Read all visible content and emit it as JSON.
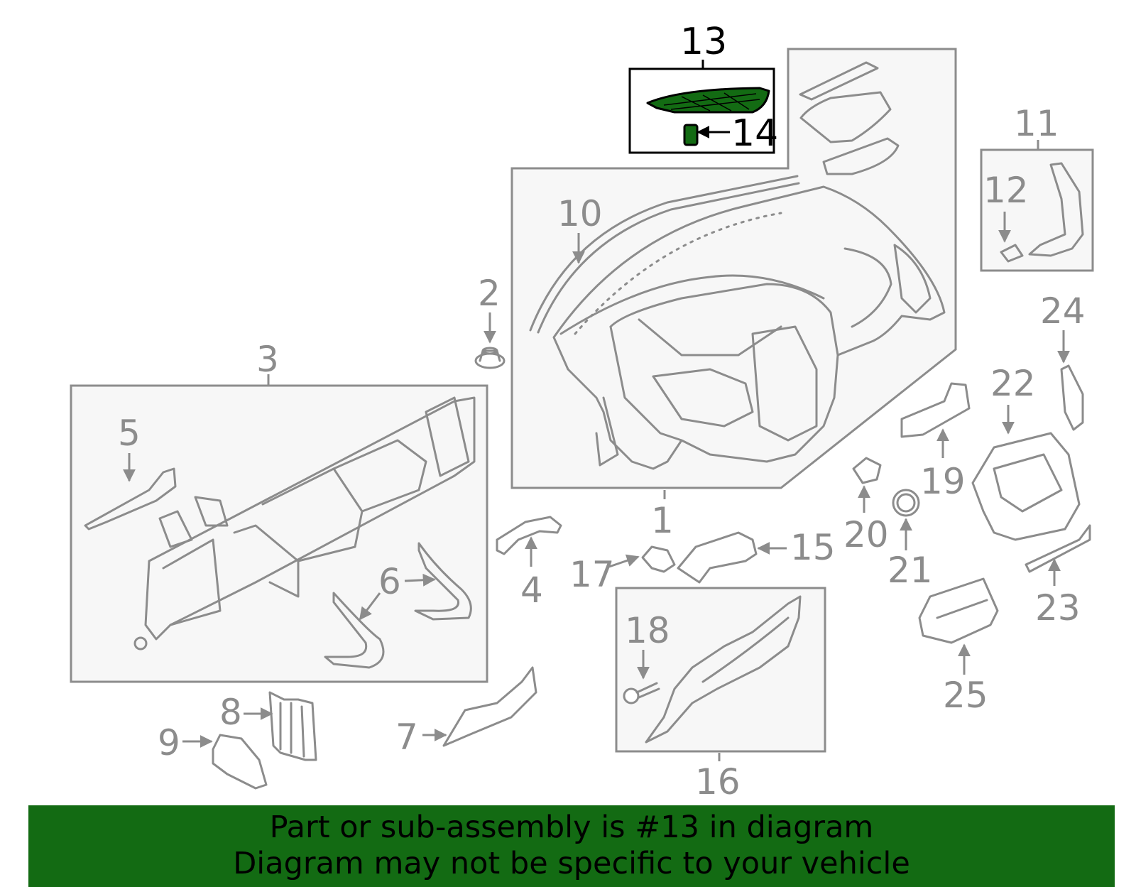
{
  "diagram": {
    "callouts": {
      "c1": "1",
      "c2": "2",
      "c3": "3",
      "c4": "4",
      "c5": "5",
      "c6": "6",
      "c7": "7",
      "c8": "8",
      "c9": "9",
      "c10": "10",
      "c11": "11",
      "c12": "12",
      "c13": "13",
      "c14": "14",
      "c15": "15",
      "c16": "16",
      "c17": "17",
      "c18": "18",
      "c19": "19",
      "c20": "20",
      "c21": "21",
      "c22": "22",
      "c23": "23",
      "c24": "24",
      "c25": "25"
    },
    "highlighted_part": "13",
    "colors": {
      "highlight": "#136b13",
      "line": "#8c8c8c",
      "box_fill": "#f7f7f7"
    }
  },
  "banner": {
    "line1": "Part or sub-assembly is #13 in diagram",
    "line2": "Diagram may not be specific to your vehicle"
  }
}
